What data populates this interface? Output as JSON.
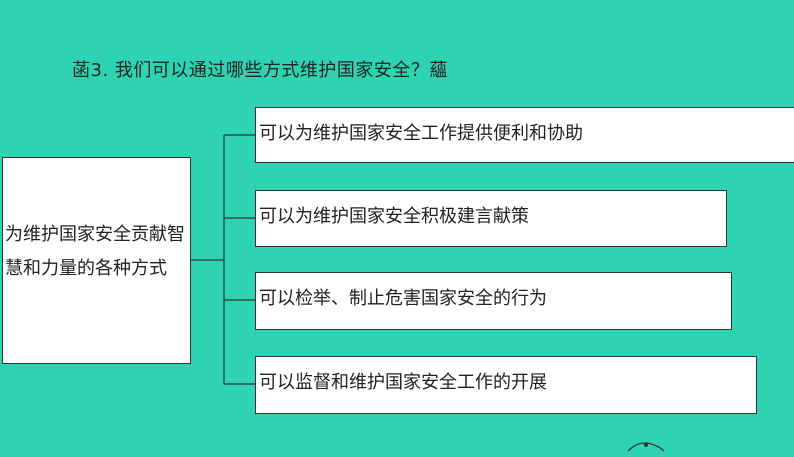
{
  "title": "菡3. 我们可以通过哪些方式维护国家安全？蘊",
  "root": {
    "text": "为维护国家安全贡献智慧和力量的各种方式"
  },
  "branches": [
    {
      "text": "可以为维护国家安全工作提供便利和协助"
    },
    {
      "text": "可以为维护国家安全积极建言献策"
    },
    {
      "text": "可以检举、制止危害国家安全的行为"
    },
    {
      "text": "可以监督和维护国家安全工作的开展"
    }
  ],
  "colors": {
    "background": "#2ed3b2",
    "box": "#ffffff",
    "line": "#333333"
  }
}
